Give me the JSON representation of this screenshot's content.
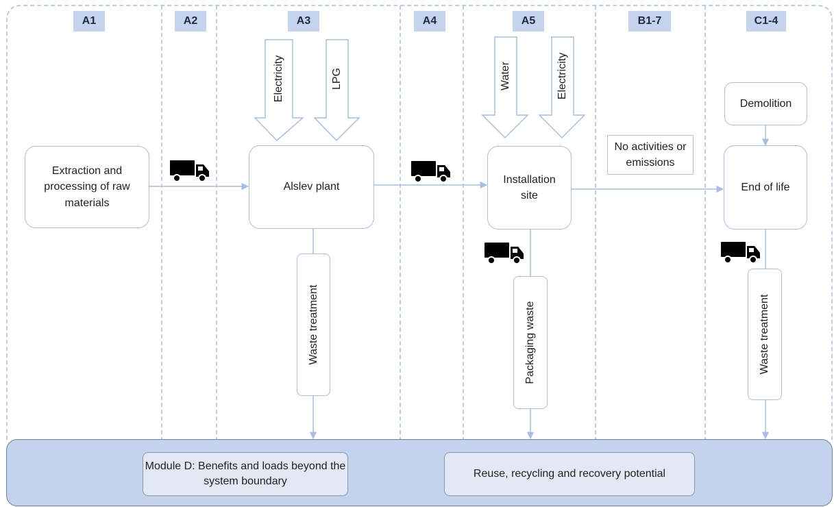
{
  "stages": [
    "A1",
    "A2",
    "A3",
    "A4",
    "A5",
    "B1-7",
    "C1-4"
  ],
  "processes": {
    "raw_materials": "Extraction and processing of raw materials",
    "plant": "Alslev plant",
    "installation": "Installation site",
    "end_of_life": "End of life",
    "demolition": "Demolition"
  },
  "inputs": {
    "a3_input_1": "Electricity",
    "a3_input_2": "LPG",
    "a5_input_1": "Water",
    "a5_input_2": "Electricity"
  },
  "outputs": {
    "a3_waste": "Waste treatment",
    "a5_waste": "Packaging waste",
    "c_waste": "Waste treatment"
  },
  "b_note": "No activities or emissions",
  "module_d": {
    "left": "Module D: Benefits and loads beyond the system boundary",
    "right": "Reuse, recycling and recovery potential"
  },
  "colors": {
    "stage_label_bg": "#c5d3ec",
    "box_border": "#a8bde0",
    "panel_bg": "#c3d3ee",
    "truck": "#000000"
  },
  "icons": [
    "truck-icon"
  ]
}
